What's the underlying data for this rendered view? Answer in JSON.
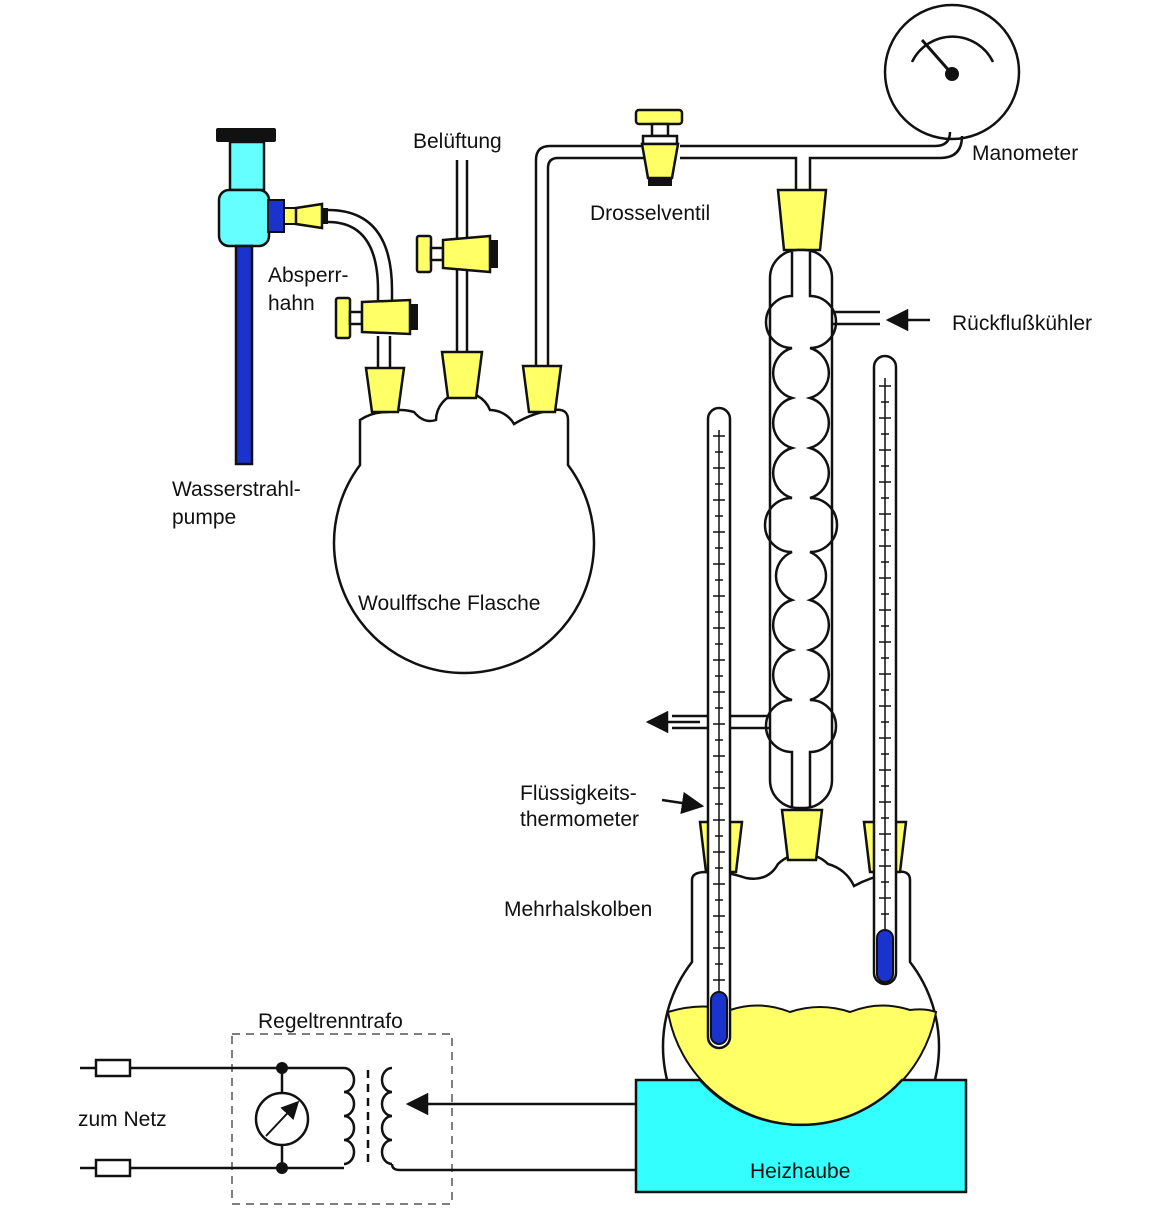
{
  "labels": {
    "manometer": "Manometer",
    "belueftung": "Belüftung",
    "drosselventil": "Drosselventil",
    "absperrhahn_line1": "Absperr-",
    "absperrhahn_line2": "hahn",
    "rueckflusskuehler": "Rückflußkühler",
    "wasserstrahlpumpe_line1": "Wasserstrahl-",
    "wasserstrahlpumpe_line2": "pumpe",
    "woulffsche_flasche": "Woulffsche Flasche",
    "fluessigkeitsthermometer_line1": "Flüssigkeits-",
    "fluessigkeitsthermometer_line2": "thermometer",
    "mehrhalskolben": "Mehrhalskolben",
    "regeltrenntrafo": "Regeltrenntrafo",
    "zum_netz": "zum Netz",
    "heizhaube": "Heizhaube"
  },
  "colors": {
    "stopper_yellow": "#ffff66",
    "pump_cyan": "#66ffff",
    "pump_blue": "#1a33cc",
    "liquid_yellow": "#ffff66",
    "heater_cyan": "#33ffff",
    "outline": "#111111"
  }
}
